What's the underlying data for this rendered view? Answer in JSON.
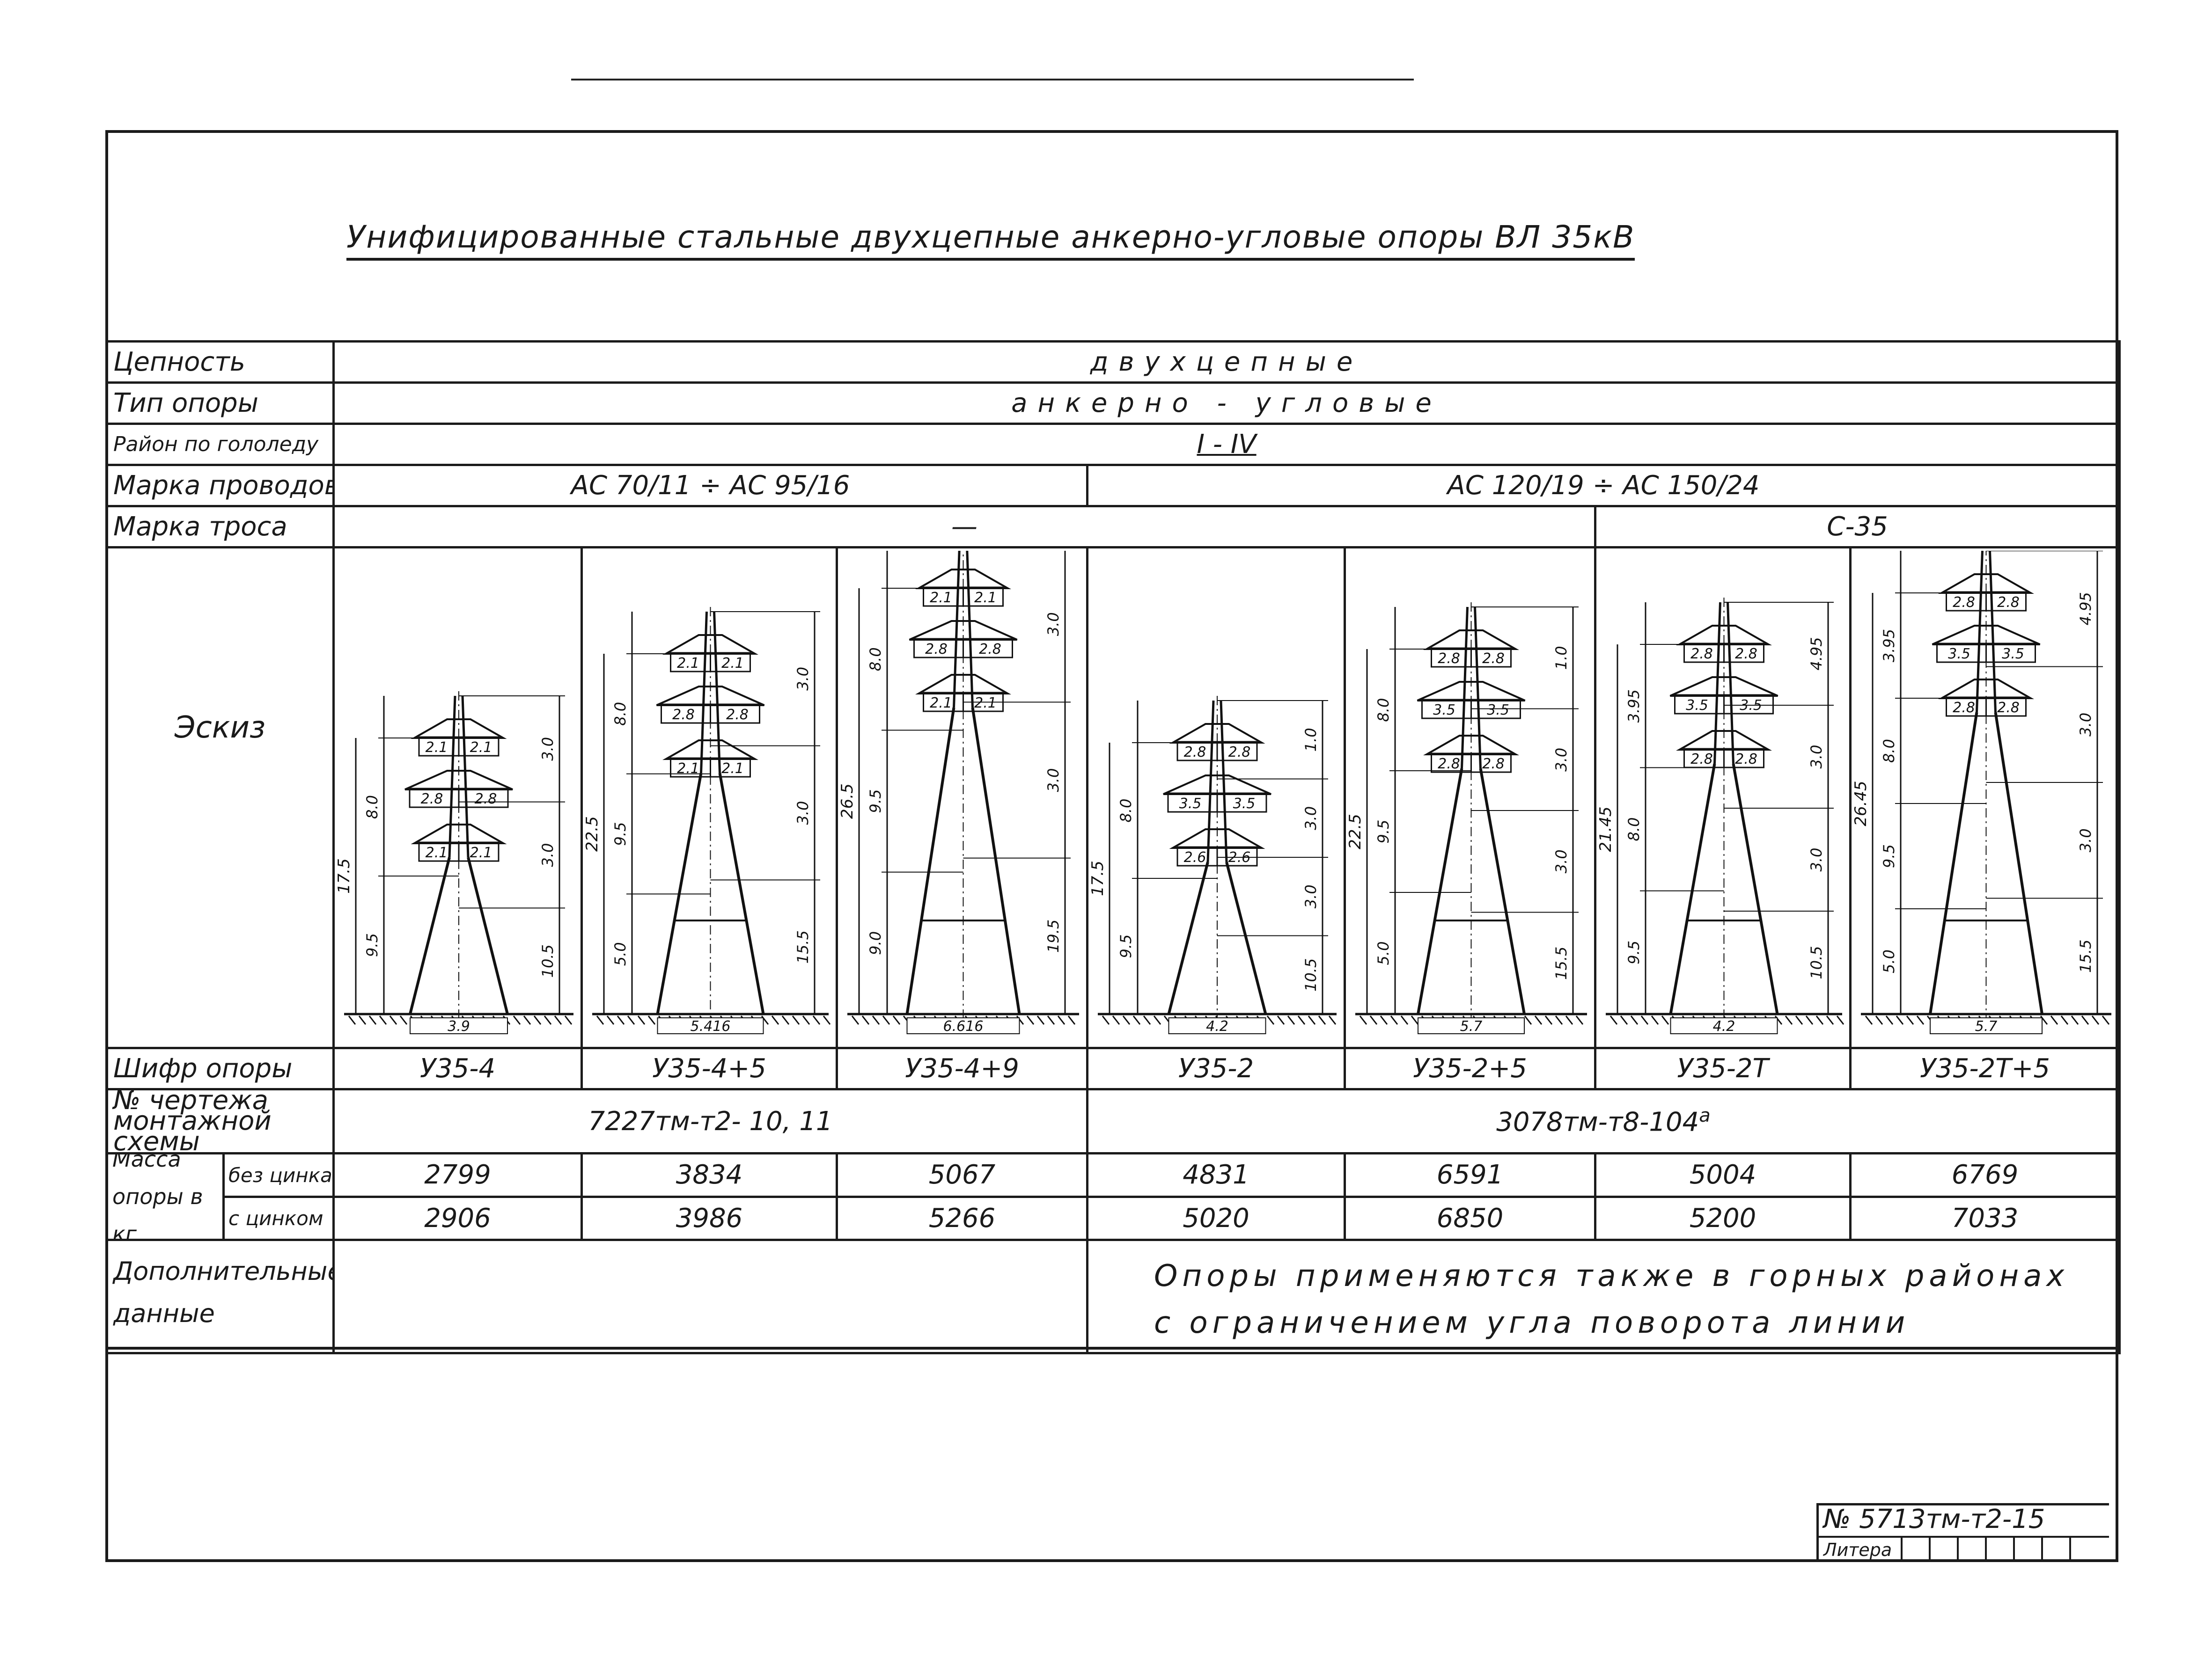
{
  "document": {
    "title": "Унифицированные стальные двухцепные анкерно-угловые опоры ВЛ 35кВ"
  },
  "rows": {
    "circuits": {
      "label": "Цепность",
      "value": "двухцепные"
    },
    "support_type": {
      "label": "Тип опоры",
      "value": "анкерно - угловые"
    },
    "ice_region": {
      "label": "Район по гололеду",
      "value": "I - IV"
    },
    "wire_grade": {
      "label": "Марка проводов",
      "group1": "АС 70/11 ÷ АС 95/16",
      "group2": "АС 120/19 ÷ АС 150/24"
    },
    "cable_grade": {
      "label": "Марка троса",
      "group1": "—",
      "group2": "С-35"
    },
    "sketch": {
      "label": "Эскиз"
    },
    "code": {
      "label": "Шифр опоры",
      "values": [
        "У35-4",
        "У35-4+5",
        "У35-4+9",
        "У35-2",
        "У35-2+5",
        "У35-2Т",
        "У35-2Т+5"
      ]
    },
    "drawing": {
      "label": "№ чертежа монтажной схемы",
      "group1": "7227тм-т2- 10, 11",
      "group2": "3078тм-т8-104",
      "group2_sup": "а"
    },
    "mass": {
      "label": "Масса опоры в кг",
      "no_zinc_label": "без цинка",
      "zinc_label": "с цинком",
      "no_zinc": [
        "2799",
        "3834",
        "5067",
        "4831",
        "6591",
        "5004",
        "6769"
      ],
      "zinc": [
        "2906",
        "3986",
        "5266",
        "5020",
        "6850",
        "5200",
        "7033"
      ]
    },
    "extra": {
      "label": "Дополнительные данные",
      "line1": "Опоры применяются также в горных районах",
      "line2": "с ограничением угла поворота линии"
    }
  },
  "towers": [
    {
      "total_height": "17.5",
      "left_dims": [
        "8.0",
        "9.5"
      ],
      "right_dims": [
        "3.0",
        "3.0",
        "10.5"
      ],
      "arms": [
        "2.1",
        "2.1",
        "2.8",
        "2.8",
        "2.1",
        "2.1"
      ],
      "base": "3.9"
    },
    {
      "total_height": "22.5",
      "left_dims": [
        "8.0",
        "9.5",
        "5.0"
      ],
      "right_dims": [
        "3.0",
        "3.0",
        "15.5"
      ],
      "arms": [
        "2.1",
        "2.1",
        "2.8",
        "2.8",
        "2.1",
        "2.1"
      ],
      "base": "5.416"
    },
    {
      "total_height": "26.5",
      "left_dims": [
        "8.0",
        "9.5",
        "9.0"
      ],
      "right_dims": [
        "3.0",
        "3.0",
        "19.5"
      ],
      "arms": [
        "2.1",
        "2.1",
        "2.8",
        "2.8",
        "2.1",
        "2.1"
      ],
      "base": "6.616"
    },
    {
      "total_height": "17.5",
      "left_dims": [
        "8.0",
        "9.5"
      ],
      "right_dims": [
        "1.0",
        "3.0",
        "3.0",
        "10.5"
      ],
      "arms": [
        "2.8",
        "2.8",
        "3.5",
        "3.5",
        "2.6",
        "2.6"
      ],
      "base": "4.2"
    },
    {
      "total_height": "22.5",
      "left_dims": [
        "8.0",
        "9.5",
        "5.0"
      ],
      "right_dims": [
        "1.0",
        "3.0",
        "3.0",
        "15.5"
      ],
      "arms": [
        "2.8",
        "2.8",
        "3.5",
        "3.5",
        "2.8",
        "2.8"
      ],
      "base": "5.7"
    },
    {
      "total_height": "21.45",
      "left_dims": [
        "3.95",
        "8.0",
        "9.5"
      ],
      "right_dims": [
        "4.95",
        "3.0",
        "3.0",
        "10.5"
      ],
      "arms": [
        "2.8",
        "2.8",
        "3.5",
        "3.5",
        "2.8",
        "2.8"
      ],
      "base": "4.2"
    },
    {
      "total_height": "26.45",
      "left_dims": [
        "3.95",
        "8.0",
        "9.5",
        "5.0"
      ],
      "right_dims": [
        "4.95",
        "3.0",
        "3.0",
        "15.5"
      ],
      "arms": [
        "2.8",
        "2.8",
        "3.5",
        "3.5",
        "2.8",
        "2.8"
      ],
      "base": "5.7"
    }
  ],
  "stamp": {
    "code": "№ 5713тм-т2-15",
    "lit_label": "Литера"
  }
}
